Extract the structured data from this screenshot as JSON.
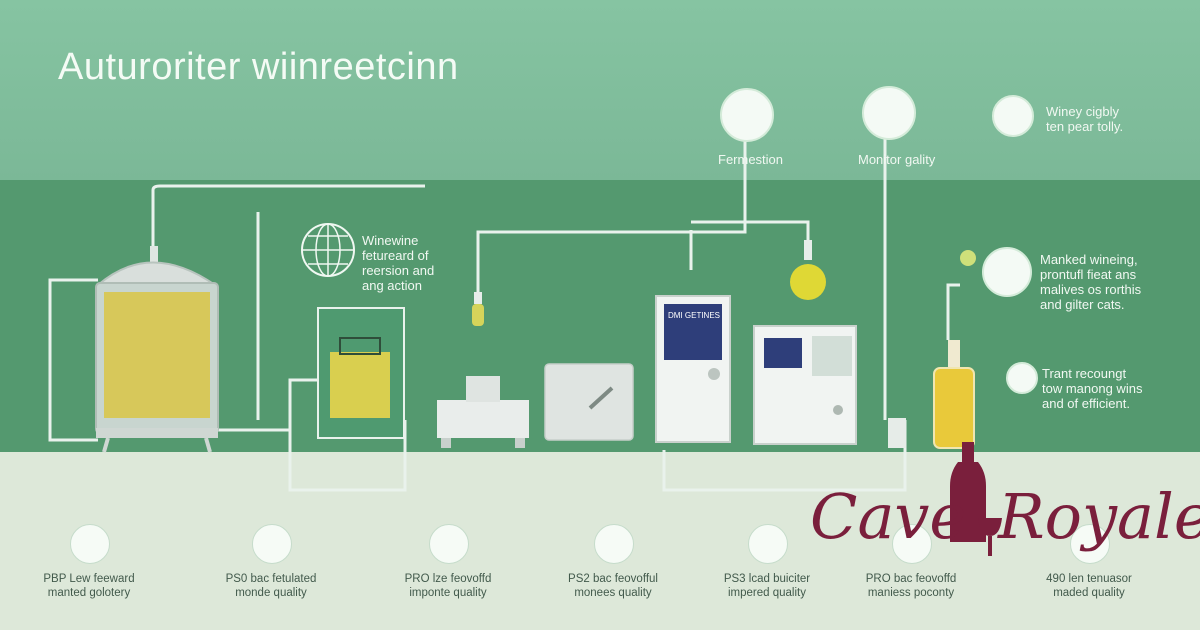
{
  "title": "Auturoriter wiinreetcinn",
  "top_labels": {
    "fermentation": "Fermestion",
    "monitor": "Monitor gality",
    "note": "Winey cigbly\nten pear tolly."
  },
  "mid_labels": {
    "winewine": "Winewine\nfetureard of\nreersion and\nang action",
    "screen": "DMI GETINES",
    "marked": "Manked wineing,\nprontufl fieat ans\nmalives os rorthis\nand gilter cats.",
    "trant": "Trant recoungt\ntow manong wins\nand of efficient."
  },
  "bottom_items": [
    {
      "label": "PBP Lew feeward\nmanted golotery",
      "icon": "screen-icon"
    },
    {
      "label": "PS0 bac fetulated\nmonde quality",
      "icon": "globe-icon"
    },
    {
      "label": "PRO lze feovoffd\nimponte quality",
      "icon": "monitor-icon"
    },
    {
      "label": "PS2 bac feovofful\nmonees quality",
      "icon": "leaf-icon"
    },
    {
      "label": "PS3 lcad buiciter\nimpered quality",
      "icon": "bottle-icon"
    },
    {
      "label": "PRO bac feovoffd\nmaniess poconty",
      "icon": "wine-icon"
    },
    {
      "label": "490 len tenuasor\nmaded quality",
      "icon": "glass-icon"
    }
  ],
  "logo": {
    "word1": "Cave",
    "word2": "Royale"
  },
  "colors": {
    "logo": "#7a1f3c",
    "accent_yellow": "#e8d02a",
    "panel": "#f1f4f2"
  }
}
